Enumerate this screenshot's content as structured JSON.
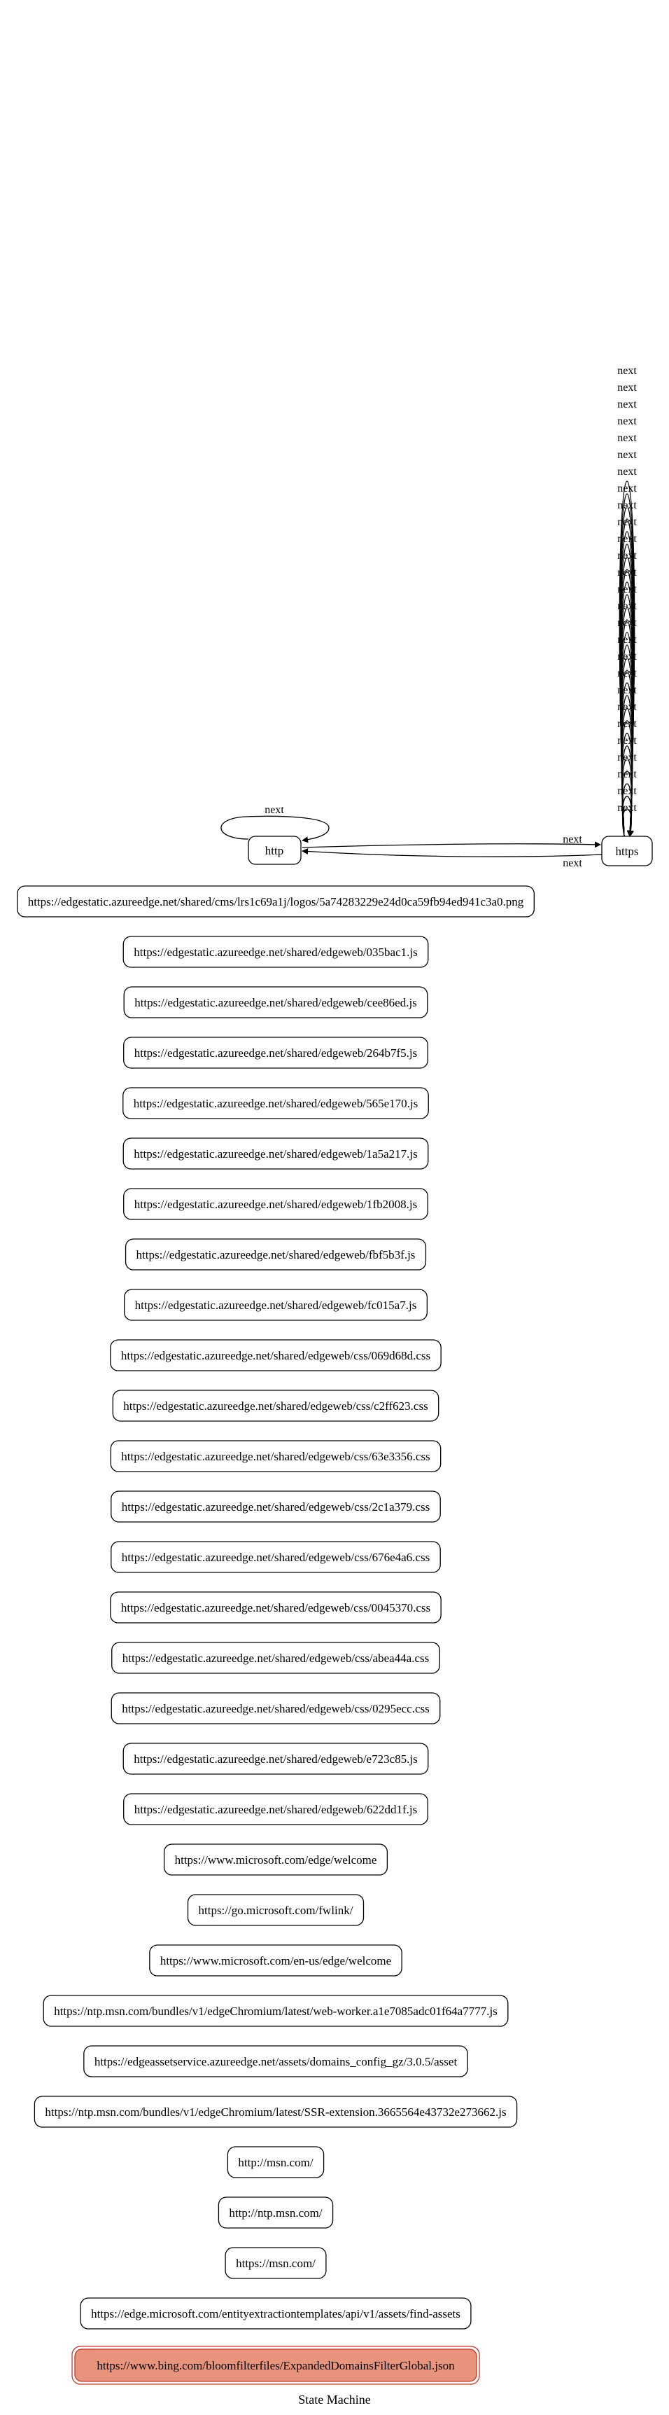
{
  "diagram": {
    "title": "State Machine",
    "edge_label": "next",
    "https_self_loop_count": 27,
    "http_node": "http",
    "https_node": "https",
    "url_nodes": [
      "https://edgestatic.azureedge.net/shared/cms/lrs1c69a1j/logos/5a74283229e24d0ca59fb94ed941c3a0.png",
      "https://edgestatic.azureedge.net/shared/edgeweb/035bac1.js",
      "https://edgestatic.azureedge.net/shared/edgeweb/cee86ed.js",
      "https://edgestatic.azureedge.net/shared/edgeweb/264b7f5.js",
      "https://edgestatic.azureedge.net/shared/edgeweb/565e170.js",
      "https://edgestatic.azureedge.net/shared/edgeweb/1a5a217.js",
      "https://edgestatic.azureedge.net/shared/edgeweb/1fb2008.js",
      "https://edgestatic.azureedge.net/shared/edgeweb/fbf5b3f.js",
      "https://edgestatic.azureedge.net/shared/edgeweb/fc015a7.js",
      "https://edgestatic.azureedge.net/shared/edgeweb/css/069d68d.css",
      "https://edgestatic.azureedge.net/shared/edgeweb/css/c2ff623.css",
      "https://edgestatic.azureedge.net/shared/edgeweb/css/63e3356.css",
      "https://edgestatic.azureedge.net/shared/edgeweb/css/2c1a379.css",
      "https://edgestatic.azureedge.net/shared/edgeweb/css/676e4a6.css",
      "https://edgestatic.azureedge.net/shared/edgeweb/css/0045370.css",
      "https://edgestatic.azureedge.net/shared/edgeweb/css/abea44a.css",
      "https://edgestatic.azureedge.net/shared/edgeweb/css/0295ecc.css",
      "https://edgestatic.azureedge.net/shared/edgeweb/e723c85.js",
      "https://edgestatic.azureedge.net/shared/edgeweb/622dd1f.js",
      "https://www.microsoft.com/edge/welcome",
      "https://go.microsoft.com/fwlink/",
      "https://www.microsoft.com/en-us/edge/welcome",
      "https://ntp.msn.com/bundles/v1/edgeChromium/latest/web-worker.a1e7085adc01f64a7777.js",
      "https://edgeassetservice.azureedge.net/assets/domains_config_gz/3.0.5/asset",
      "https://ntp.msn.com/bundles/v1/edgeChromium/latest/SSR-extension.3665564e43732e273662.js",
      "http://msn.com/",
      "http://ntp.msn.com/",
      "https://msn.com/",
      "https://edge.microsoft.com/entityextractiontemplates/api/v1/assets/find-assets"
    ],
    "final_node": "https://www.bing.com/bloomfilterfiles/ExpandedDomainsFilterGlobal.json",
    "final_node_fill": "#e8937c",
    "final_node_stroke": "#c0392b"
  }
}
